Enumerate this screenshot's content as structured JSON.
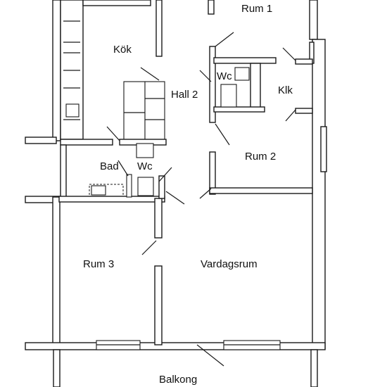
{
  "plan": {
    "rooms": [
      {
        "id": "rum1",
        "label": "Rum 1"
      },
      {
        "id": "kok",
        "label": "Kök"
      },
      {
        "id": "hall2",
        "label": "Hall 2"
      },
      {
        "id": "wc1",
        "label": "Wc"
      },
      {
        "id": "klk",
        "label": "Klk"
      },
      {
        "id": "rum2",
        "label": "Rum 2"
      },
      {
        "id": "bad",
        "label": "Bad"
      },
      {
        "id": "wc2",
        "label": "Wc"
      },
      {
        "id": "rum3",
        "label": "Rum 3"
      },
      {
        "id": "vardagsrum",
        "label": "Vardagsrum"
      },
      {
        "id": "balkong",
        "label": "Balkong"
      }
    ]
  }
}
